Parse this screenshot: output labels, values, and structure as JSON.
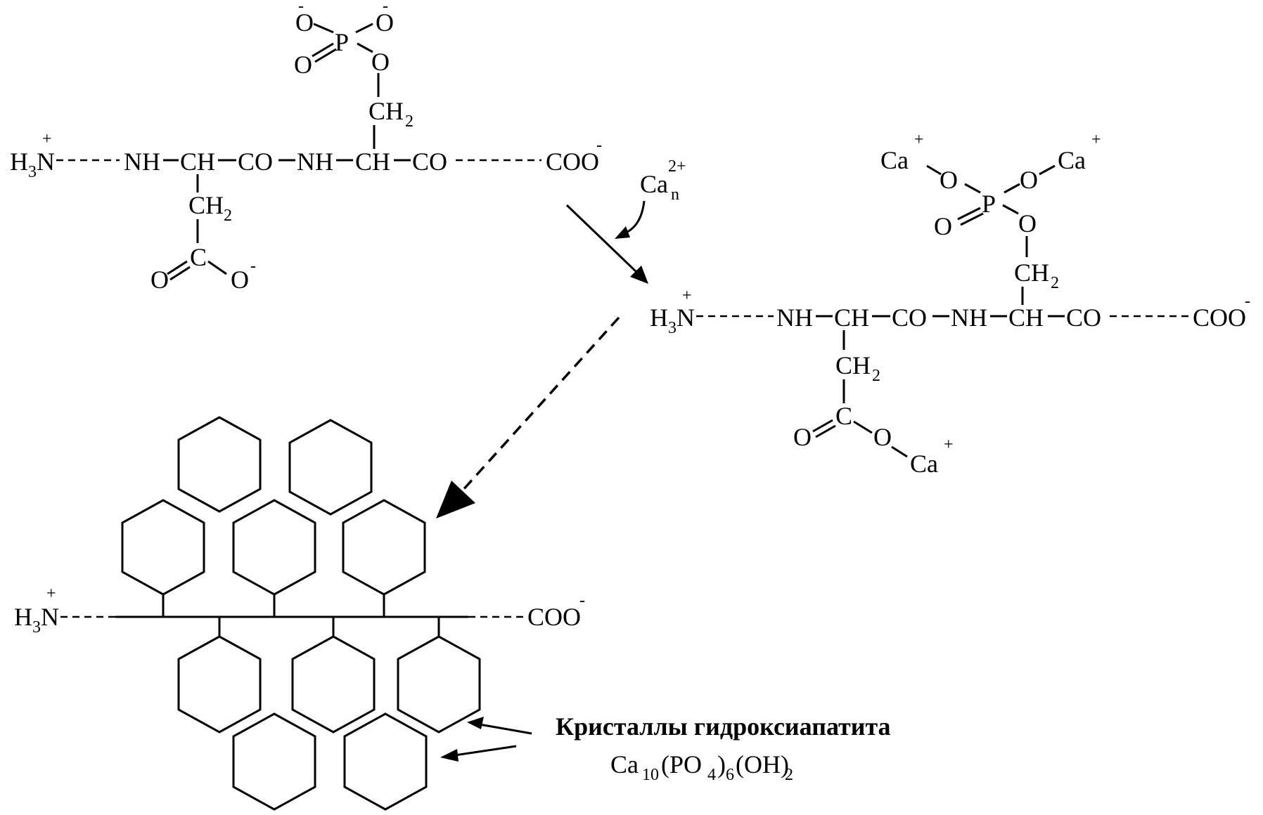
{
  "chem": {
    "h3n": "H",
    "h3n_sub": "3",
    "n": "N",
    "plus": "+",
    "minus": "-",
    "nh": "NH",
    "ch": "CH",
    "co": "CO",
    "coo": "COO",
    "ch2": "CH",
    "ch2_sub": "2",
    "c": "C",
    "o": "O",
    "p": "P",
    "ca": "Ca",
    "ca_n": "Ca",
    "ca_n_sub": "n",
    "ca_n_charge": "2+"
  },
  "caption": {
    "title": "Кристаллы гидроксиапатита",
    "formula": {
      "ca": "Ca",
      "ca_sub": "10",
      "po": "(PO",
      "po_sub": "4",
      "po_close": ")",
      "po_count": "6",
      "oh": "(OH)",
      "oh_sub": "2"
    }
  }
}
